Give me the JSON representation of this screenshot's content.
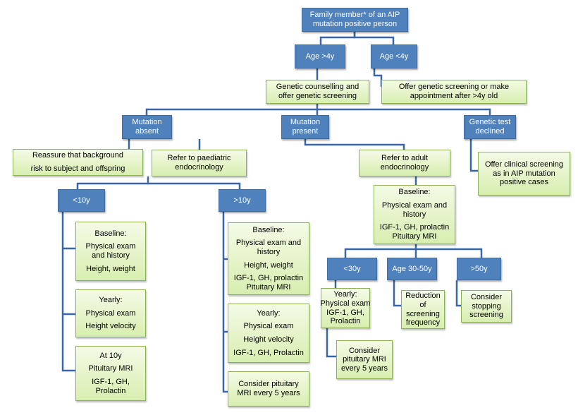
{
  "root": [
    "Family member* of an AIP",
    "mutation positive person"
  ],
  "age_gt4": [
    "Age >4y"
  ],
  "age_lt4": [
    "Age <4y"
  ],
  "counselling": [
    "Genetic counselling and",
    "offer genetic screening"
  ],
  "offer_screening": [
    "Offer genetic screening or make",
    "appointment after  >4y old"
  ],
  "mutation_absent": [
    "Mutation",
    "absent"
  ],
  "mutation_present": [
    "Mutation",
    "present"
  ],
  "test_declined": [
    "Genetic test",
    "declined"
  ],
  "reassure": [
    "Reassure that background",
    "",
    "risk to subject and offspring"
  ],
  "refer_paed": [
    "Refer to paediatric",
    "endocrinology"
  ],
  "refer_adult": [
    "Refer to adult",
    "endocrinology"
  ],
  "offer_clinical": [
    "Offer clinical screening",
    "as in AIP mutation",
    "positive cases"
  ],
  "lt10": [
    "<10y"
  ],
  "gt10": [
    ">10y"
  ],
  "lt10_baseline": [
    "Baseline:",
    "",
    "Physical exam",
    "and history",
    "",
    "Height, weight"
  ],
  "lt10_yearly": [
    "Yearly:",
    "",
    "Physical exam",
    "",
    "Height velocity"
  ],
  "lt10_at10": [
    "At 10y",
    "",
    "Pituitary MRI",
    "",
    "IGF-1, GH,",
    "Prolactin"
  ],
  "gt10_baseline": [
    "Baseline:",
    "",
    "Physical exam and",
    "history",
    "",
    "Height, weight",
    "",
    "IGF-1, GH, prolactin",
    "Pituitary MRI"
  ],
  "gt10_yearly": [
    "Yearly:",
    "",
    "Physical exam",
    "",
    "Height velocity",
    "",
    "IGF-1, GH, Prolactin"
  ],
  "gt10_mri": [
    "Consider pituitary",
    "MRI every 5 years"
  ],
  "adult_baseline": [
    "Baseline:",
    "",
    "Physical exam and",
    "history",
    "",
    "IGF-1, GH, prolactin",
    "Pituitary MRI"
  ],
  "lt30": [
    "<30y"
  ],
  "age30_50": [
    "Age 30-50y"
  ],
  "gt50": [
    ">50y"
  ],
  "lt30_yearly": [
    "Yearly:",
    "Physical exam",
    "IGF-1, GH,",
    "Prolactin"
  ],
  "lt30_mri": [
    "Consider",
    "pituitary MRI",
    "every 5 years"
  ],
  "reduction": [
    "Reduction",
    "of",
    "screening",
    "frequency"
  ],
  "stopping": [
    "Consider",
    "stopping",
    "screening"
  ]
}
